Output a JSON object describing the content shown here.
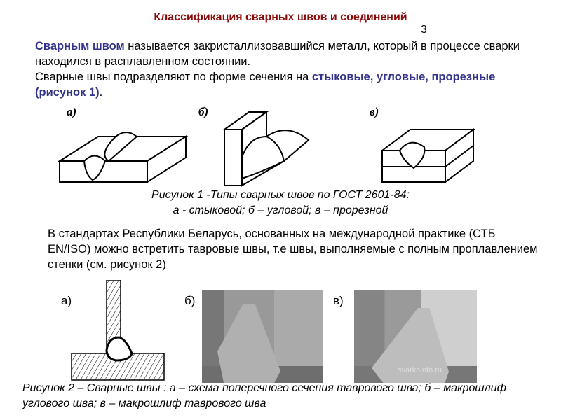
{
  "title": "Классификация сварных швов и соединений",
  "page_number": "3",
  "para1": {
    "term": "Сварным швом",
    "text1": " называется закристаллизовавшийся металл, который в процессе сварки находился в расплавленном состоянии.",
    "text2": "Сварные швы подразделяют по форме сечения  на ",
    "types": "стыковые, угловые, прорезные (рисунок 1)",
    "end": "."
  },
  "figure1": {
    "labels": [
      "а)",
      "б)",
      "в)"
    ],
    "caption_line1": "Рисунок 1 -Типы сварных швов по ГОСТ 2601-84:",
    "caption_line2": "а - стыковой; б – угловой; в – прорезной"
  },
  "para2": "В стандартах Республики Беларусь, основанных на международной практике (СТБ EN/ISO) можно встретить тавровые швы, т.е швы, выполняемые с полным проплавлением стенки (см. рисунок 2)",
  "figure2": {
    "labels": [
      "а)",
      "б)",
      "в)"
    ],
    "watermark": "svarkainfo.ru",
    "caption": "Рисунок 2 – Сварные швы : а – схема поперечного сечения таврового шва; б – макрошлиф углового шва; в – макрошлиф таврового шва"
  }
}
